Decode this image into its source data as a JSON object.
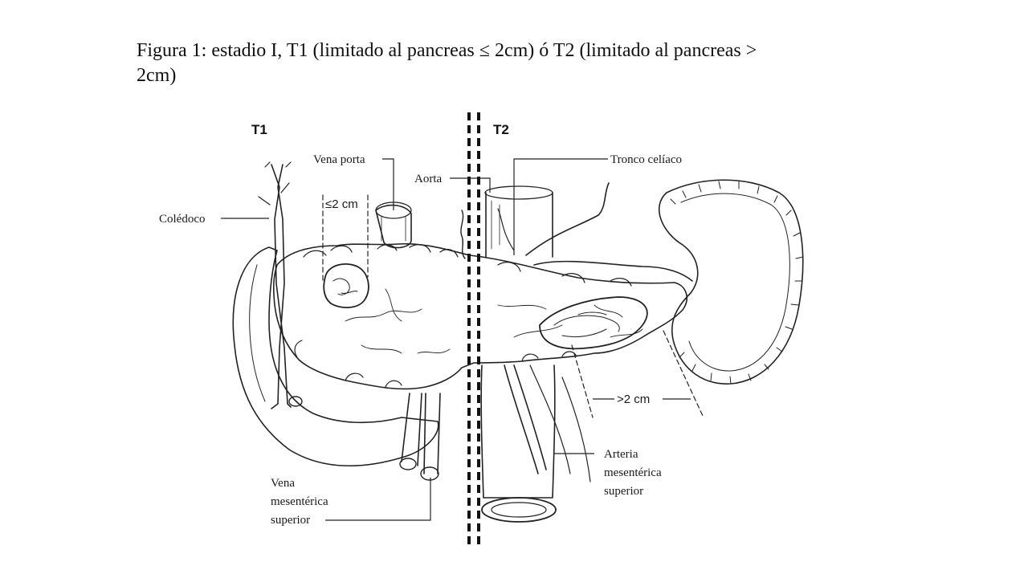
{
  "caption": {
    "line1": "Figura 1: estadio I, T1 (limitado al pancreas ≤ 2cm) ó T2 (limitado al pancreas >",
    "line2": "2cm)"
  },
  "figure": {
    "left_heading": "T1",
    "right_heading": "T2",
    "labels": {
      "vena_porta": "Vena porta",
      "coledoco": "Colédoco",
      "size_small": "≤2 cm",
      "aorta": "Aorta",
      "tronco_celiaco": "Tronco celíaco",
      "size_large": ">2 cm",
      "arteria_line1": "Arteria",
      "arteria_line2": "mesentérica",
      "arteria_line3": "superior",
      "vena_mes_line1": "Vena",
      "vena_mes_line2": "mesentérica",
      "vena_mes_line3": "superior"
    }
  }
}
